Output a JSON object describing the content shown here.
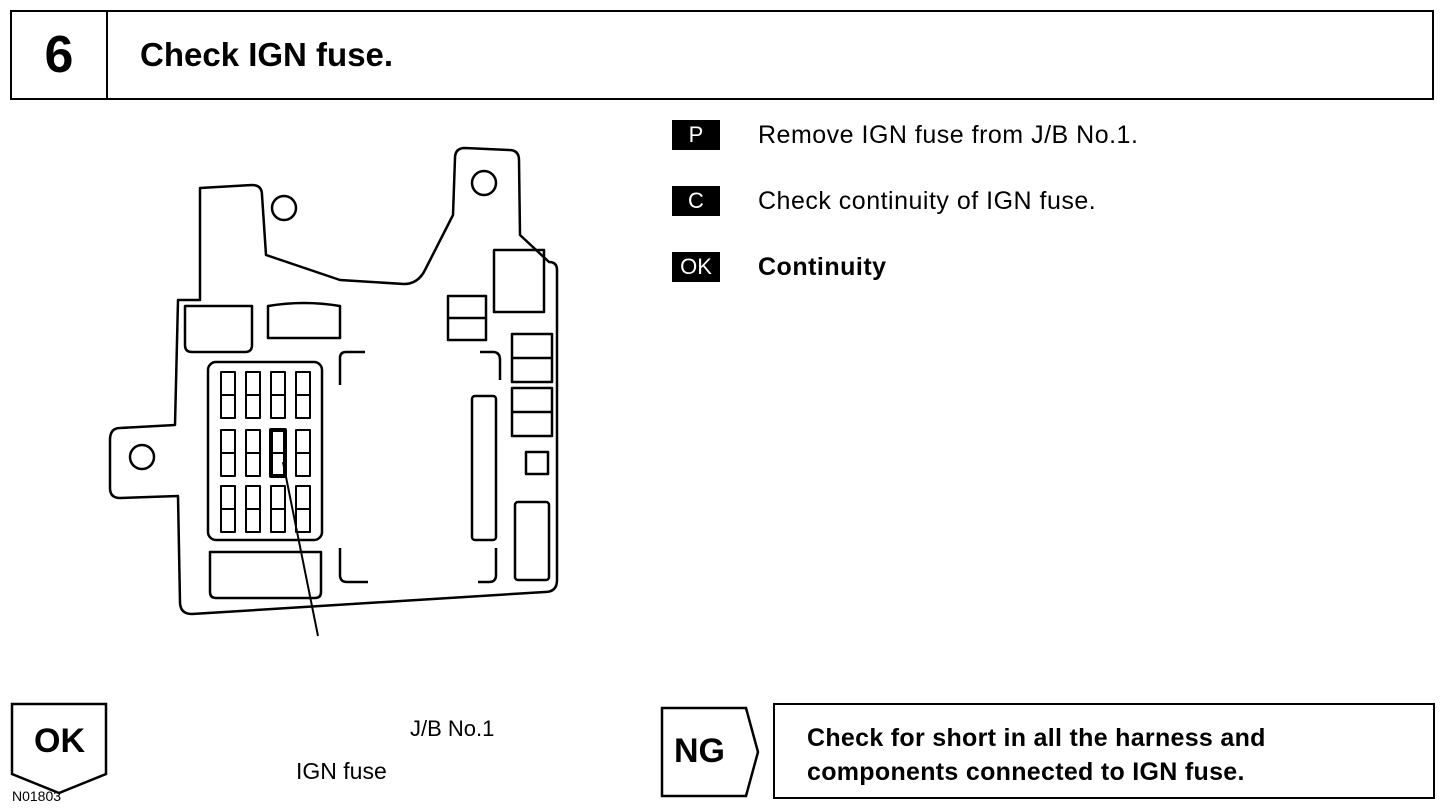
{
  "step": {
    "number": "6",
    "title": "Check IGN fuse."
  },
  "diagram": {
    "jb_label": "J/B No.1",
    "fuse_label": "IGN fuse",
    "figure_code": "N01803"
  },
  "instructions": [
    {
      "tag": "P",
      "text": "Remove IGN fuse from J/B No.1."
    },
    {
      "tag": "C",
      "text": "Check continuity of IGN fuse."
    },
    {
      "tag": "OK",
      "text": "Continuity"
    }
  ],
  "results": {
    "ok_label": "OK",
    "ng_label": "NG",
    "ng_action": "Check for short in all the harness and components connected to IGN fuse."
  }
}
